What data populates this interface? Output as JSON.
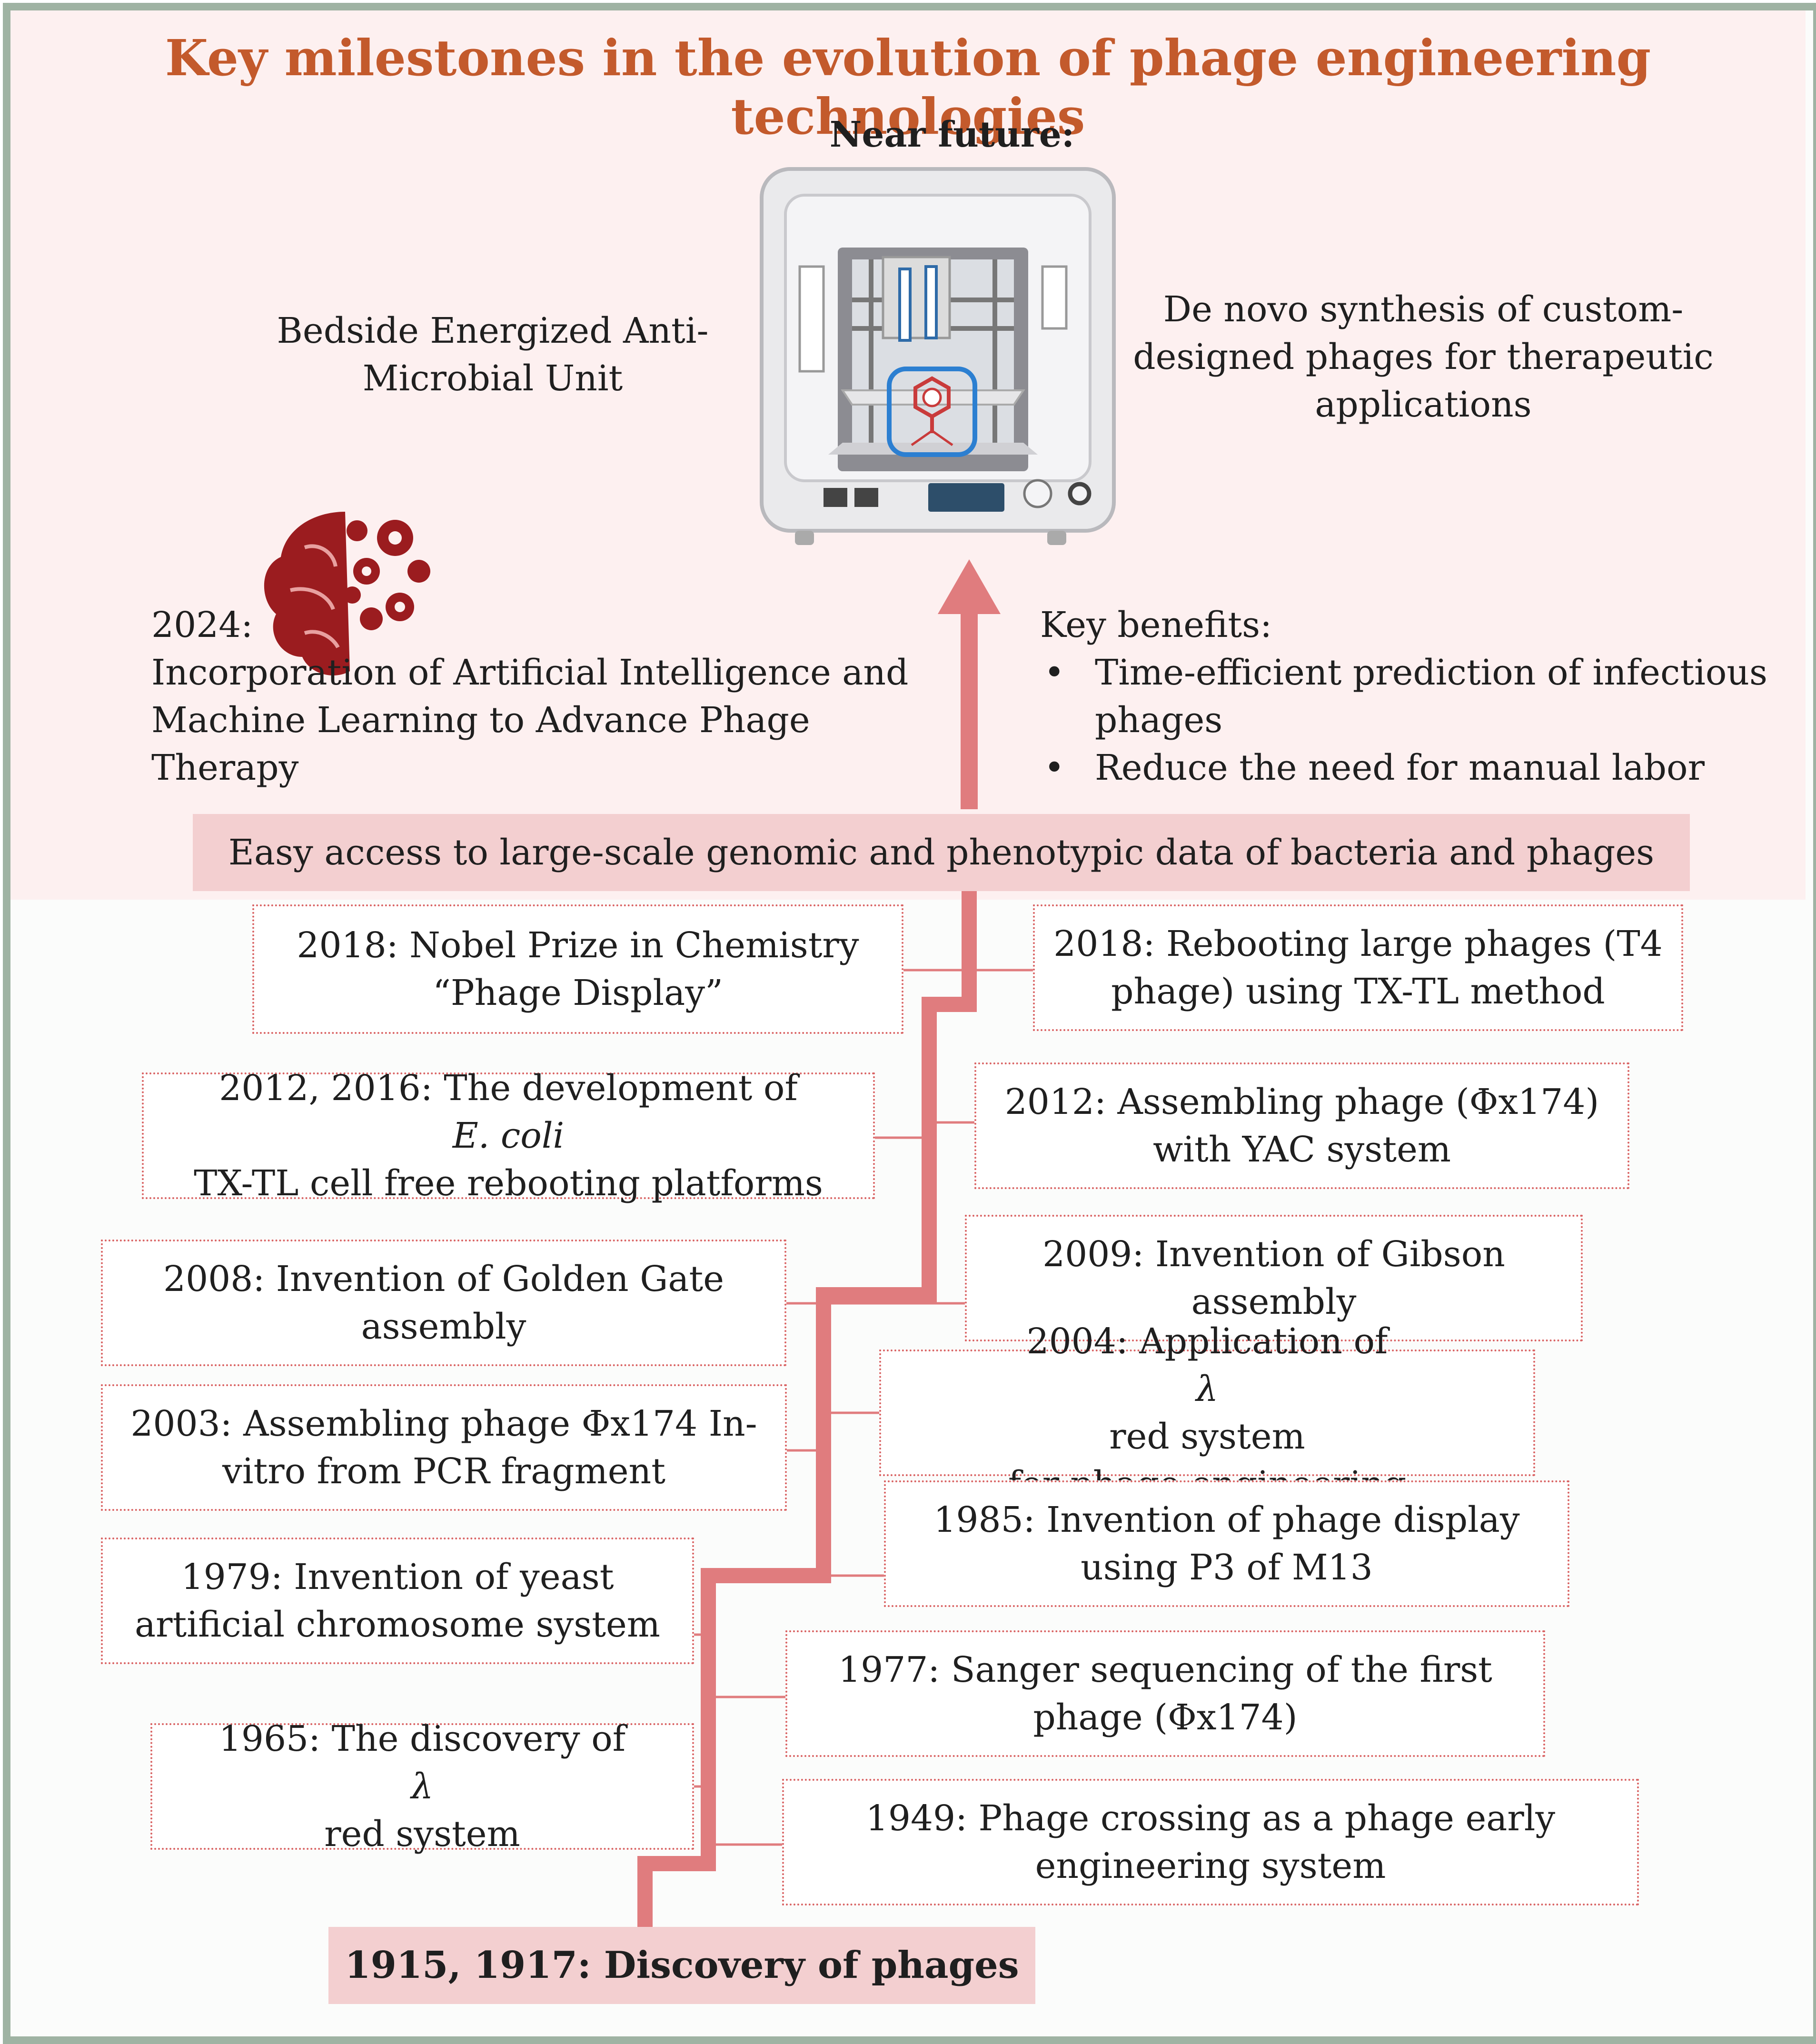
{
  "title": "Key milestones in the evolution of phage engineering technologies",
  "near_future": {
    "label": "Near future:",
    "left_text": [
      "Bedside Energized Anti-",
      "Microbial Unit"
    ],
    "right_text": [
      "De novo synthesis of custom-",
      "designed phages for therapeutic",
      "applications"
    ]
  },
  "ai_2024": {
    "year": "2024:",
    "lines": [
      "Incorporation of Artificial Intelligence and",
      "Machine Learning to Advance Phage",
      "Therapy"
    ]
  },
  "benefits": {
    "heading": "Key benefits:",
    "items": [
      [
        "Time-efficient prediction of infectious",
        "phages"
      ],
      [
        "Reduce the need for manual labor"
      ]
    ]
  },
  "data_bar": "Easy access to large-scale genomic and phenotypic data of bacteria and phages",
  "left_milestones": [
    {
      "line1": "2018:  Nobel Prize in Chemistry",
      "line2": "“Phage Display”"
    },
    {
      "line1_prefix": "2012, 2016: The development of ",
      "line1_italic": "E. coli",
      "line2": "TX-TL cell free rebooting platforms"
    },
    {
      "line1": "2008: Invention of Golden Gate",
      "line2": "assembly"
    },
    {
      "line1": "2003: Assembling phage Φx174  In-",
      "line2": "vitro from PCR fragment"
    },
    {
      "line1": "1979: Invention of yeast",
      "line2": "artificial chromosome system"
    },
    {
      "line1_prefix": "1965: The discovery of ",
      "line1_italic": "λ",
      "line2": "red system"
    }
  ],
  "right_milestones": [
    {
      "line1": "2018: Rebooting large phages (T4",
      "line2": "phage) using TX-TL method"
    },
    {
      "line1": "2012: Assembling phage (Φx174)",
      "line2": "with YAC system"
    },
    {
      "line1": "2009: Invention of Gibson",
      "line2": "assembly"
    },
    {
      "line1_prefix": "2004: Application of ",
      "line1_italic": "λ",
      "line1_suffix": " red system",
      "line2": "for phage engineering"
    },
    {
      "line1": "1985: Invention of phage display",
      "line2": "using P3 of M13"
    },
    {
      "line1": "1977: Sanger sequencing of the first",
      "line2": "phage (Φx174)"
    },
    {
      "line1": "1949: Phage crossing as a phage early",
      "line2": "engineering system"
    }
  ],
  "origin": "1915, 1917: Discovery of phages",
  "colors": {
    "title": "#c35a2c",
    "timeline": "#e07c7e",
    "band": "#fdf0f0",
    "bar": "#f3cfd0",
    "box_border": "#d96464",
    "frame": "#9fb3a3",
    "brain": "#9b1c1f"
  },
  "icons": [
    "3d-printer-icon",
    "ai-brain-gears-icon",
    "phage-icon"
  ]
}
